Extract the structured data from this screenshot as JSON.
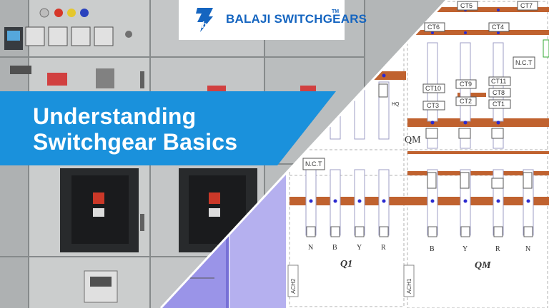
{
  "brand": {
    "name": "BALAJI SWITCHGEARS",
    "trademark": "TM",
    "logo_icon": "bs-monogram-icon",
    "brand_color": "#1565c0"
  },
  "banner": {
    "line1": "Understanding",
    "line2": "Switchgear Basics",
    "background": "#1a91dc"
  },
  "diagram": {
    "ct_top": [
      "CT5",
      "CT7",
      "CT6",
      "CT4"
    ],
    "ct_stack_a": [
      "CT10",
      "CT3"
    ],
    "ct_stack_b": [
      "CT9",
      "CT2"
    ],
    "ct_stack_c": [
      "CT11",
      "CT8",
      "CT1"
    ],
    "nct_labels": [
      "N.C.T",
      "N.C.T"
    ],
    "hq": "HQ",
    "qm_left": "QM",
    "q1_phases": [
      "N",
      "B",
      "Y",
      "R"
    ],
    "qm_phases": [
      "B",
      "Y",
      "R",
      "N"
    ],
    "panel_q1": "Q1",
    "panel_qm": "QM",
    "ach_labels": [
      "ACH2",
      "ACH1"
    ],
    "busbar_color": "#c0622f",
    "accent_violet": "#9a94e8"
  }
}
